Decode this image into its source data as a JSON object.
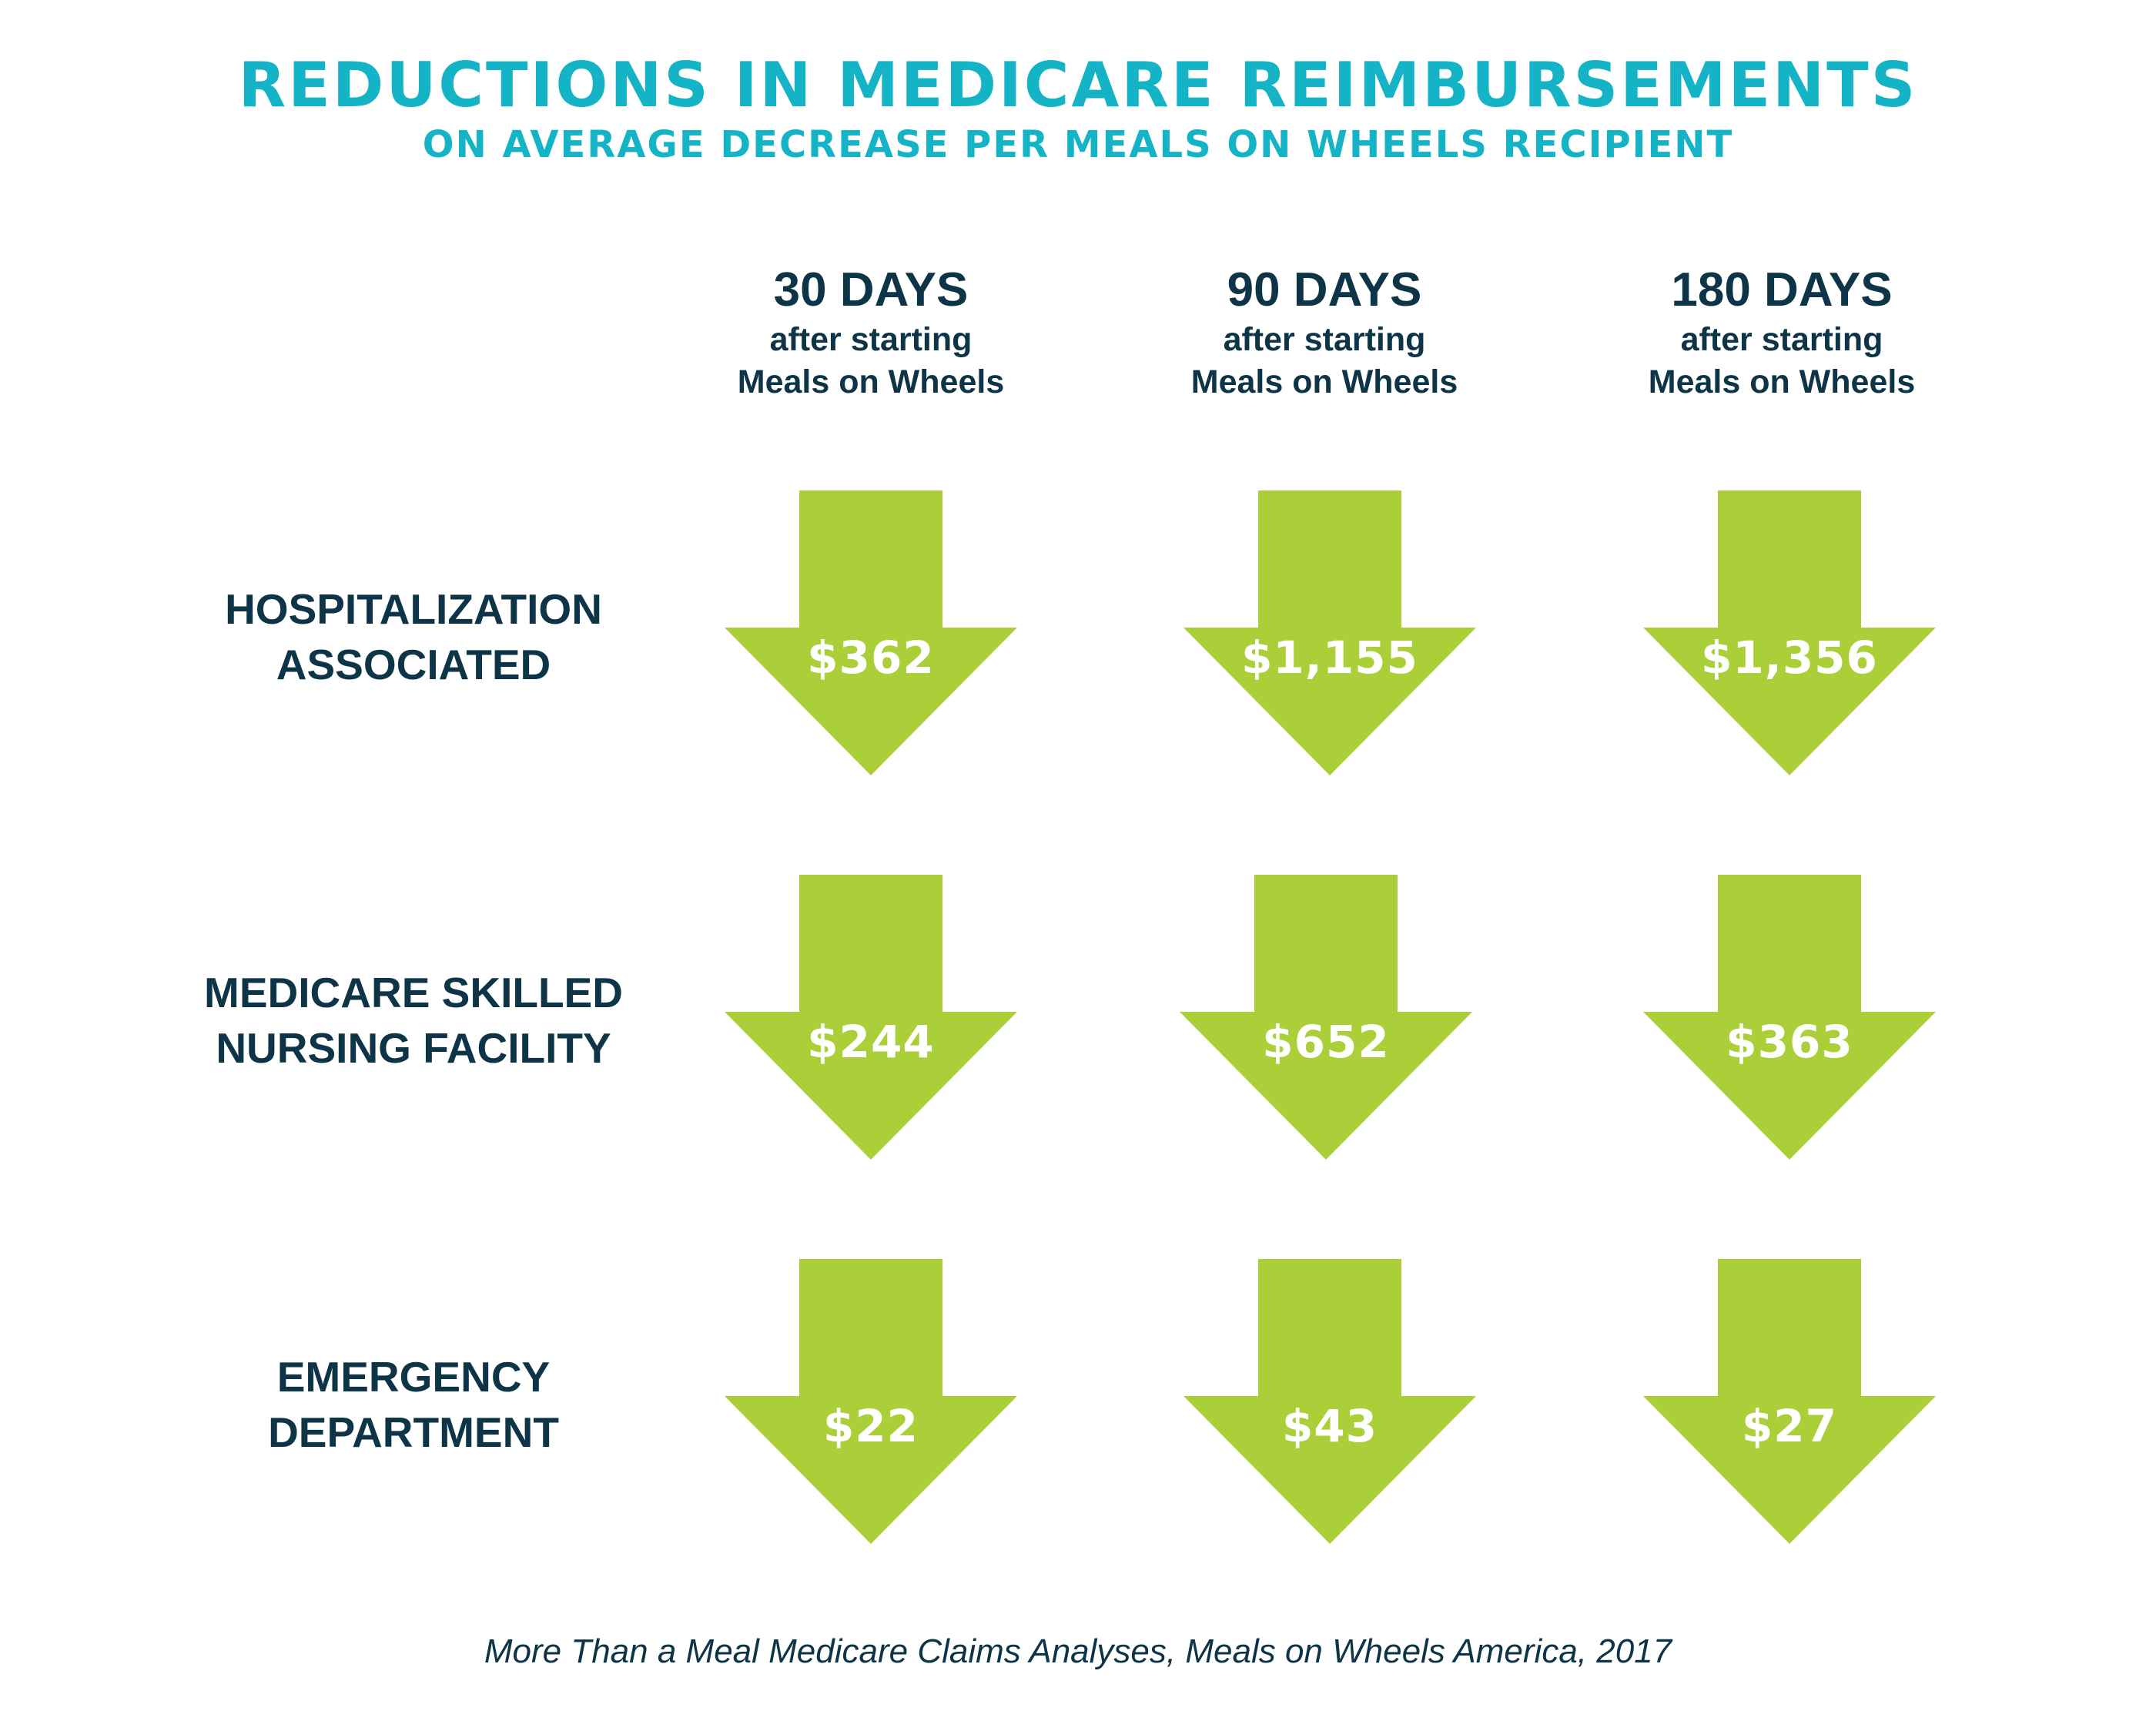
{
  "title": "REDUCTIONS IN MEDICARE REIMBURSEMENTS",
  "subtitle": "ON AVERAGE DECREASE PER MEALS ON WHEELS RECIPIENT",
  "columns": [
    {
      "days": "30 DAYS",
      "line1": "after starting",
      "line2": "Meals on Wheels"
    },
    {
      "days": "90 DAYS",
      "line1": "after starting",
      "line2": "Meals on Wheels"
    },
    {
      "days": "180 DAYS",
      "line1": "after starting",
      "line2": "Meals on Wheels"
    }
  ],
  "rows": [
    {
      "label1": "HOSPITALIZATION",
      "label2": "ASSOCIATED",
      "values": [
        "$362",
        "$1,155",
        "$1,356"
      ]
    },
    {
      "label1": "MEDICARE SKILLED",
      "label2": "NURSING FACILITY",
      "values": [
        "$244",
        "$652",
        "$363"
      ]
    },
    {
      "label1": "EMERGENCY",
      "label2": "DEPARTMENT",
      "values": [
        "$22",
        "$43",
        "$27"
      ]
    }
  ],
  "colors": {
    "accent": "#14b4c6",
    "arrow": "#abcf38",
    "text": "#0e3448"
  },
  "footer": "More Than a Meal Medicare Claims Analyses, Meals on Wheels America, 2017"
}
